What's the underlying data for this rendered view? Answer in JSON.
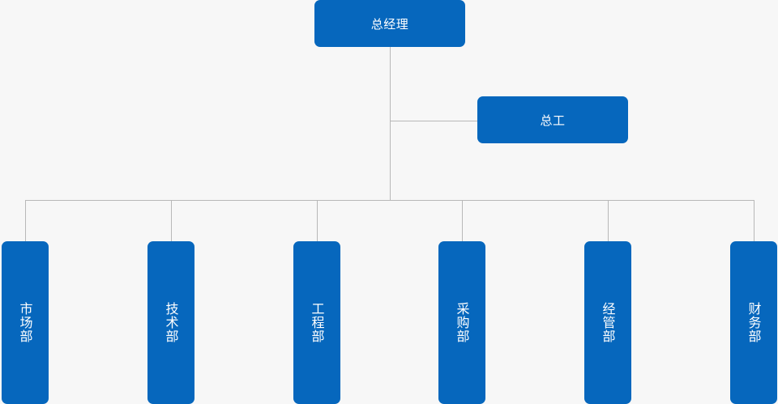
{
  "colors": {
    "node_fill": "#0667bd",
    "connector": "#b8b8b8",
    "background": "#f7f7f7",
    "text": "#ffffff"
  },
  "org": {
    "root": "总经理",
    "assistant": "总工",
    "departments": [
      "市场部",
      "技术部",
      "工程部",
      "采购部",
      "经管部",
      "财务部"
    ]
  }
}
